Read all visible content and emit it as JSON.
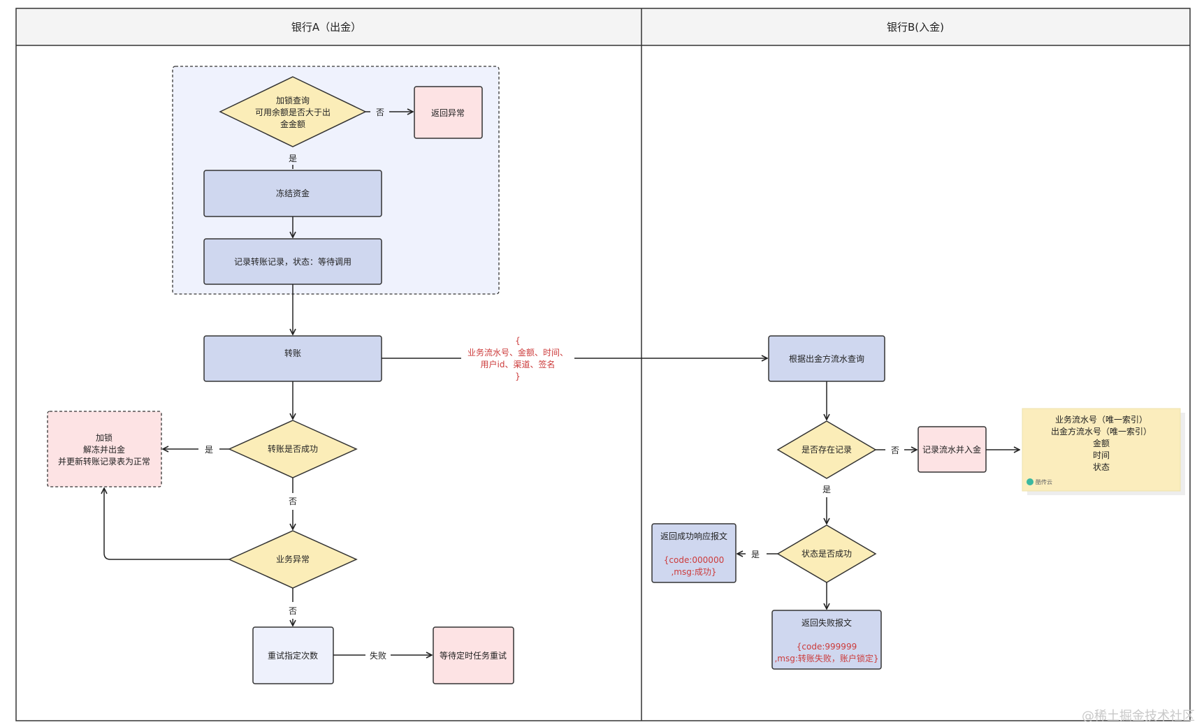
{
  "lanes": {
    "left_header": "银行A（出金）",
    "right_header": "银行B(入金)"
  },
  "nodes": {
    "lock_query": [
      "加锁查询",
      "可用余额是否大于出",
      "金金额"
    ],
    "return_exception": "返回异常",
    "freeze_funds": "冻结资金",
    "record_transfer": "记录转账记录，状态：等待调用",
    "transfer": "转账",
    "transfer_success": "转账是否成功",
    "unlock_box": [
      "加锁",
      "解冻并出金",
      "并更新转账记录表为正常"
    ],
    "business_exception": "业务异常",
    "retry": "重试指定次数",
    "wait_timer": "等待定时任务重试",
    "query_by_serial": "根据出金方流水查询",
    "record_exists": "是否存在记录",
    "record_and_deposit": "记录流水并入金",
    "status_success": "状态是否成功",
    "return_success": {
      "title": "返回成功响应报文",
      "body": [
        "{code:000000",
        ",msg:成功}"
      ]
    },
    "return_fail": {
      "title": "返回失败报文",
      "body": [
        "{code:999999",
        ",msg:转账失败，账户锁定}"
      ]
    },
    "sticky_note": {
      "lines": [
        "业务流水号（唯一索引）",
        "出金方流水号（唯一索引）",
        "金额",
        "时间",
        "状态"
      ],
      "brand": "酷传云"
    }
  },
  "edge_labels": {
    "no": "否",
    "yes": "是",
    "fail": "失败",
    "payload": [
      "{",
      "业务流水号、金额、时间、",
      "用户id、渠道、签名",
      "}"
    ]
  },
  "watermark": "@稀土掘金技术社区",
  "colors": {
    "blue_box": "#cfd7ef",
    "light_box": "#eef1fc",
    "pink_box": "#fde3e4",
    "diamond": "#fbedb8",
    "group_bg": "#eff2fd",
    "note": "#fbedbd",
    "header_bg": "#f4f4f4",
    "accent_red": "#cc3b3b"
  }
}
